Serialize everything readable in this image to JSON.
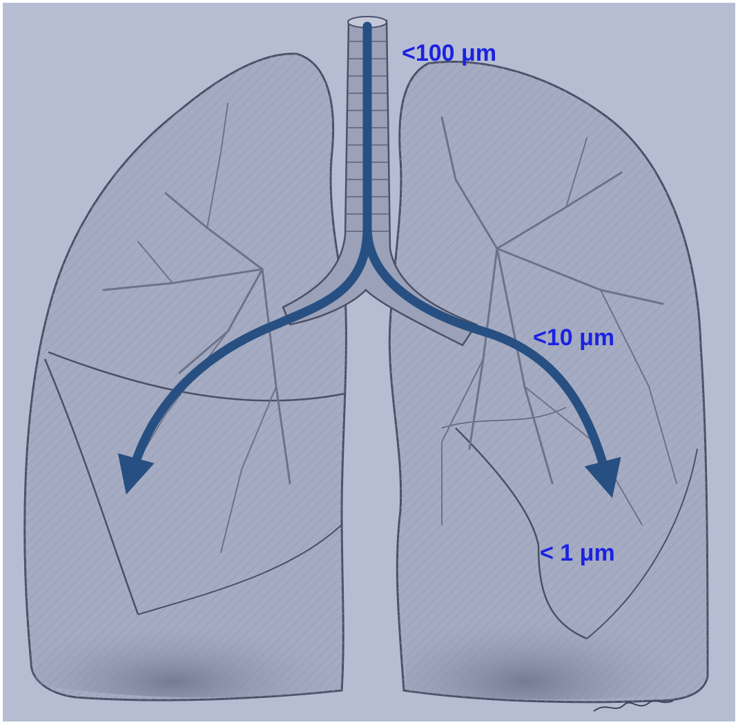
{
  "colors": {
    "background": "#b6bdd3",
    "lung_fill": "#9ea6bd",
    "lung_edge": "#4a5066",
    "airway": "#6c7289",
    "arrow": "#274f82",
    "label_text": "#1b22e0"
  },
  "labels": {
    "trachea": "<100 μm",
    "bronchi": "<10 μm",
    "alveoli": "< 1 μm"
  },
  "icons": {
    "right_arrow": "arrow-down-left-icon",
    "left_arrow": "arrow-down-right-icon"
  }
}
